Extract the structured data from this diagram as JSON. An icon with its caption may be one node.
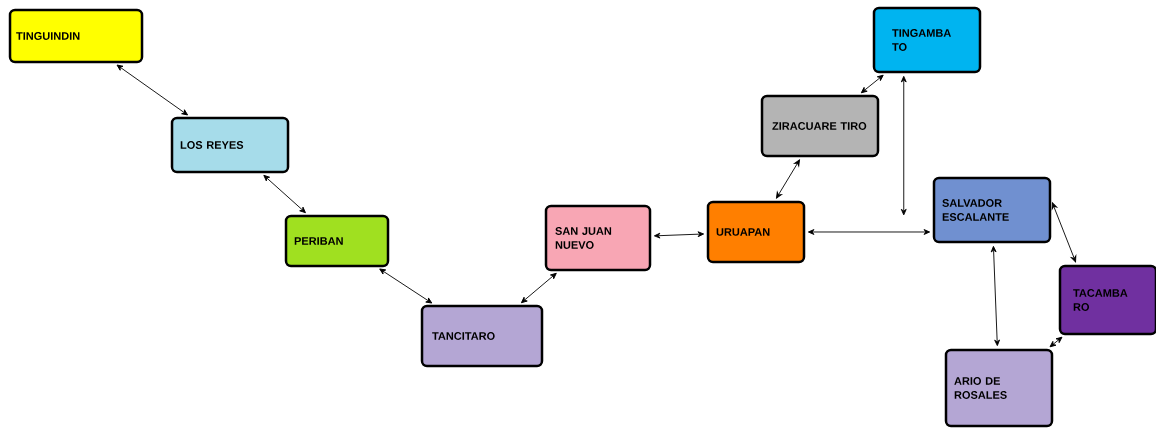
{
  "diagram": {
    "nodes": [
      {
        "text": [
          "TINGUINDIN"
        ]
      },
      {
        "text": [
          "LOS REYES"
        ]
      },
      {
        "text": [
          "PERIBAN"
        ]
      },
      {
        "text": [
          "TANCITARO"
        ]
      },
      {
        "text": [
          "SAN JUAN NUEVO"
        ]
      },
      {
        "text": [
          "URUAPAN"
        ]
      },
      {
        "text": [
          "ZIRACUARE TIRO"
        ]
      },
      {
        "text": [
          "TINGAMBA TO"
        ]
      },
      {
        "text": [
          "SALVADOR ESCALANTE"
        ]
      },
      {
        "text": [
          "TACAMBA RO"
        ]
      },
      {
        "text": [
          "ARIO DE ROSALES"
        ]
      }
    ],
    "edges": [
      {
        "from": 0,
        "to": 1,
        "arrow": "both"
      },
      {
        "from": 1,
        "to": 2,
        "arrow": "both"
      },
      {
        "from": 2,
        "to": 3,
        "arrow": "both"
      },
      {
        "from": 3,
        "to": 4,
        "arrow": "both"
      },
      {
        "from": 4,
        "to": 5,
        "arrow": "both"
      },
      {
        "from": 5,
        "to": 6,
        "arrow": "both"
      },
      {
        "from": 6,
        "to": 7,
        "arrow": "both"
      },
      {
        "from": 5,
        "to": 8,
        "arrow": "both"
      },
      {
        "from": 7,
        "to": 8,
        "arrow": "both"
      },
      {
        "from": 8,
        "to": 9,
        "arrow": "both"
      },
      {
        "from": 8,
        "to": 10,
        "arrow": "both"
      },
      {
        "from": 10,
        "to": 9,
        "arrow": "both"
      }
    ]
  }
}
